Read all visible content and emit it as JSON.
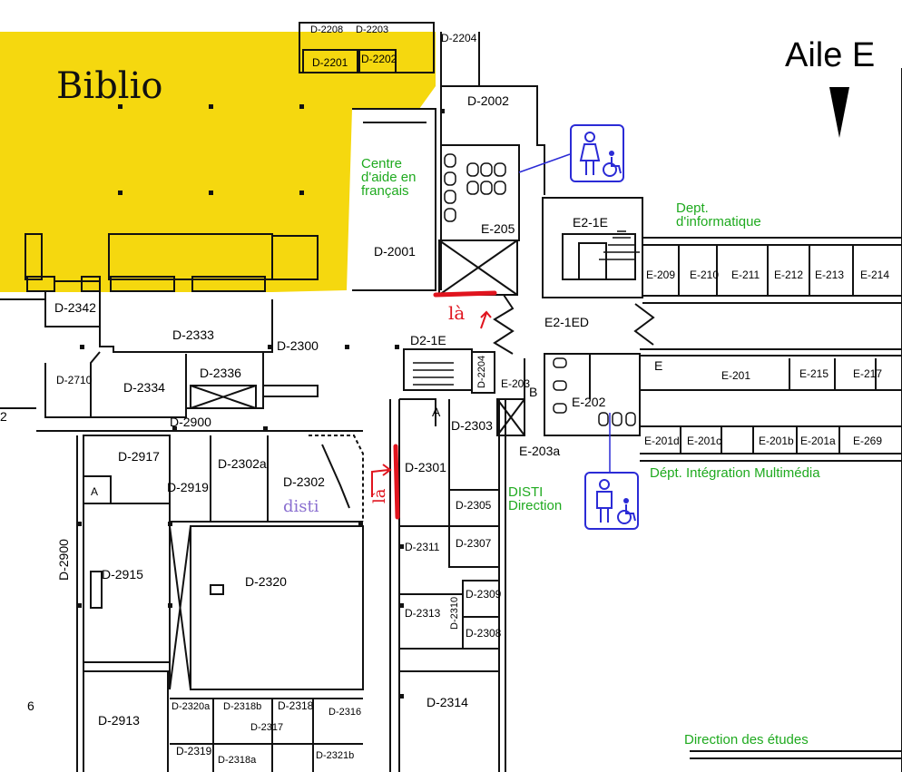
{
  "wing": "Aile E",
  "annotations": {
    "biblio": "Biblio",
    "la_1": "là",
    "la_2": "là",
    "disti_note": "disti"
  },
  "zones": {
    "centre_aide": "Centre d'aide en français",
    "dept_info": "Dept. d'informatique",
    "dept_multimedia": "Dépt. Intégration Multimédia",
    "disti_direction": "DISTI Direction",
    "direction_etudes": "Direction des études"
  },
  "rooms": {
    "d2208": "D-2208",
    "d2203": "D-2203",
    "d2204": "D-2204",
    "d2201": "D-2201",
    "d2202": "D-2202",
    "d2002": "D-2002",
    "d2001": "D-2001",
    "e205": "E-205",
    "e21e": "E2-1E",
    "e21ed": "E2-1ED",
    "e209": "E-209",
    "e210": "E-210",
    "e211": "E-211",
    "e212": "E-212",
    "e213": "E-213",
    "e214": "E-214",
    "d2342": "D-2342",
    "d2333": "D-2333",
    "d2300": "D-2300",
    "d2710": "D-2710",
    "d2334": "D-2334",
    "d2336": "D-2336",
    "d21e": "D2-1E",
    "d2204b": "D-2204",
    "e203": "E-203",
    "b": "B",
    "e202": "E-202",
    "e": "E",
    "e201": "E-201",
    "e215": "E-215",
    "e217": "E-217",
    "d2900": "D-2900",
    "a1": "A",
    "d2303": "D-2303",
    "e203a": "E-203a",
    "e201d": "E-201d",
    "e201c": "E-201c",
    "e201b": "E-201b",
    "e201a": "E-201a",
    "e269": "E-269",
    "d2917": "D-2917",
    "d2302a": "D-2302a",
    "d2302": "D-2302",
    "d2301": "D-2301",
    "a2": "A",
    "d2919": "D-2919",
    "d2305": "D-2305",
    "d2900v": "D-2900",
    "d2311": "D-2311",
    "d2307": "D-2307",
    "d2915": "D-2915",
    "d2320": "D-2320",
    "d2309": "D-2309",
    "d2313": "D-2313",
    "d2310": "D-2310",
    "d2308": "D-2308",
    "d2314": "D-2314",
    "six": "6",
    "d2913": "D-2913",
    "d2320a": "D-2320a",
    "d2318b": "D-2318b",
    "d2318": "D-2318",
    "d2316": "D-2316",
    "d2317": "D-2317",
    "d2319": "D-2319",
    "d2318a": "D-2318a",
    "d2321b": "D-2321b",
    "two": "2"
  },
  "icons": {
    "restroom_women": "women-accessible-restroom-icon",
    "restroom_men": "men-accessible-restroom-icon",
    "arrow": "north-arrow-icon"
  },
  "colors": {
    "library_fill": "#f5d80f",
    "zone_text": "#1faa1f",
    "annotation_red": "#e0141e",
    "icon_blue": "#2b2bd6",
    "disti_purple": "#8a6fd0"
  }
}
